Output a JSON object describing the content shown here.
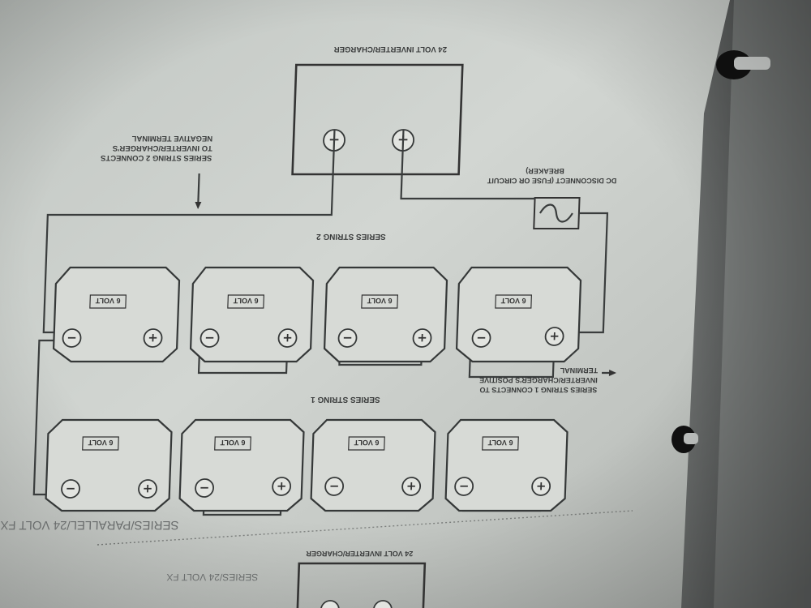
{
  "diagram": {
    "title": "SERIES/PARALLEL/24 VOLT FX",
    "inverter_label": "24 VOLT INVERTER/CHARGER",
    "negative_symbol": "−",
    "positive_symbol": "+",
    "dc_disconnect_line1": "DC DISCONNECT (FUSE OR CIRCUIT",
    "dc_disconnect_line2": "BREAKER)",
    "string2_note_line1": "SERIES STRING 2 CONNECTS",
    "string2_note_line2": "TO INVERTER/CHARGER'S",
    "string2_note_line3": "NEGATIVE TERMINAL",
    "string1_note_line1": "SERIES STRING 1 CONNECTS TO",
    "string1_note_line2": "INVERTER/CHARGER'S POSITIVE",
    "string1_note_line3": "TERMINAL",
    "series_string_2_label": "SERIES STRING 2",
    "series_string_1_label": "SERIES STRING 1",
    "battery_label": "6 VOLT",
    "next_title": "SERIES/24 VOLT FX",
    "next_inverter_label": "24 VOLT INVERTER/CHARGER"
  },
  "colors": {
    "paper": "#cfd3cf",
    "paper_shadow": "#9ea29f",
    "ink": "#333636",
    "binder": "#1e1f1f"
  }
}
